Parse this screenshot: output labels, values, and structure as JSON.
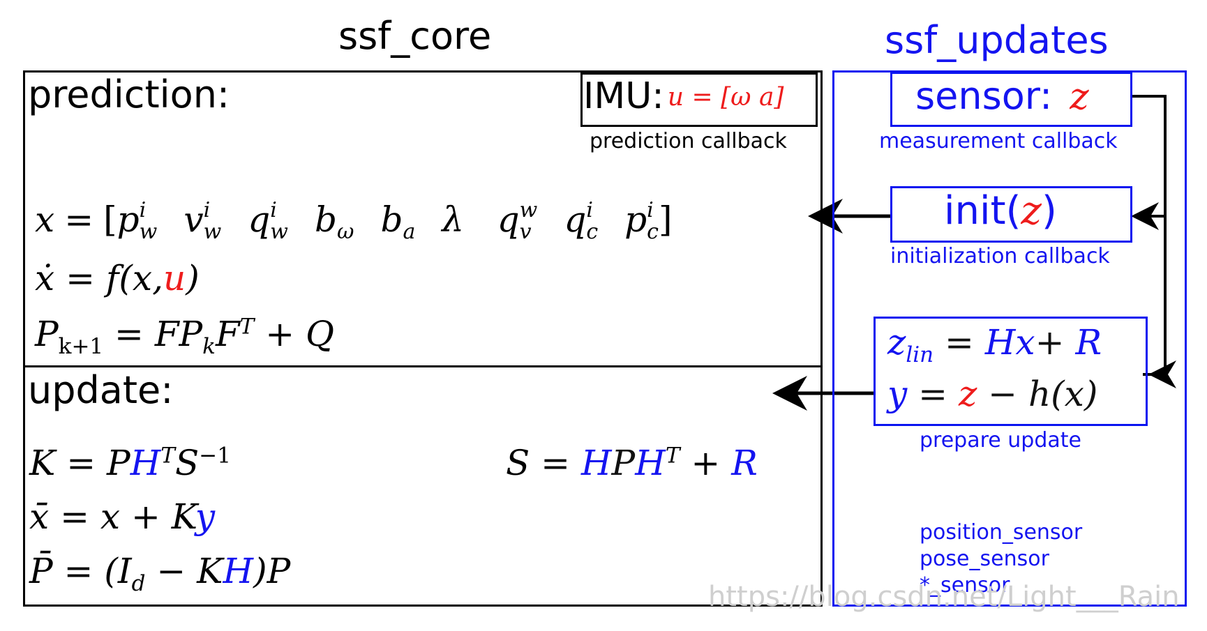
{
  "core": {
    "title": "ssf_core",
    "prediction_label": "prediction:",
    "imu_label": "IMU:",
    "imu_formula": "u = [ω   a]",
    "prediction_callback": "prediction callback",
    "state_eq": {
      "lhs": "x",
      "eq": "=",
      "open": "[",
      "close": "]"
    },
    "state_vars": [
      {
        "base": "p",
        "sup": "i",
        "sub": "w"
      },
      {
        "base": "v",
        "sup": "i",
        "sub": "w"
      },
      {
        "base": "q",
        "sup": "i",
        "sub": "w"
      },
      {
        "base": "b",
        "sup": "",
        "sub": "ω"
      },
      {
        "base": "b",
        "sup": "",
        "sub": "a"
      },
      {
        "base": "λ",
        "sup": "",
        "sub": ""
      },
      {
        "base": "q",
        "sup": "w",
        "sub": "v"
      },
      {
        "base": "q",
        "sup": "i",
        "sub": "c"
      },
      {
        "base": "p",
        "sup": "i",
        "sub": "c"
      }
    ],
    "dynamics": {
      "lhs": "ẋ = f(x,",
      "u": "u",
      "rhs": ")"
    },
    "cov_prop": {
      "P": "P",
      "k1": "k+1",
      "mid": " = FP",
      "k": "k",
      "F": "F",
      "T": "T",
      "rest": " + Q"
    },
    "update_label": "update:",
    "gain": {
      "a": "K = P",
      "H": "H",
      "T": "T",
      "S": "S",
      "inv": "−1"
    },
    "innov_cov": {
      "a": "S = ",
      "HPH": "HPH",
      "PH": "",
      "T": "T",
      "plus": " + ",
      "R": "R"
    },
    "state_update": {
      "a": "x̄ = x + K",
      "y": "y"
    },
    "cov_update": {
      "a": "P̄ = (I",
      "d": "d",
      "b": " − K",
      "H": "H",
      "c": ")P"
    }
  },
  "updates": {
    "title": "ssf_updates",
    "sensor_label": "sensor:",
    "sensor_z": "z",
    "measurement_callback": "measurement callback",
    "init_label_a": "init(",
    "init_z": "z",
    "init_label_b": ")",
    "initialization_callback": "initialization callback",
    "zlin": {
      "z": "z",
      "sub": "lin",
      "eq": " = ",
      "Hx": "Hx",
      "plus": "+ ",
      "R": "R"
    },
    "innov": {
      "y": "y",
      "eq": " = ",
      "z": "z",
      "rest": " − h(x)"
    },
    "prepare_update": "prepare update",
    "sensor_list": [
      "position_sensor",
      "pose_sensor",
      "*_sensor"
    ]
  },
  "watermark": "https://blog.csdn.net/Light___Rain",
  "colors": {
    "blue": "#1414f0",
    "red": "#ee1c1c",
    "black": "#000000"
  }
}
